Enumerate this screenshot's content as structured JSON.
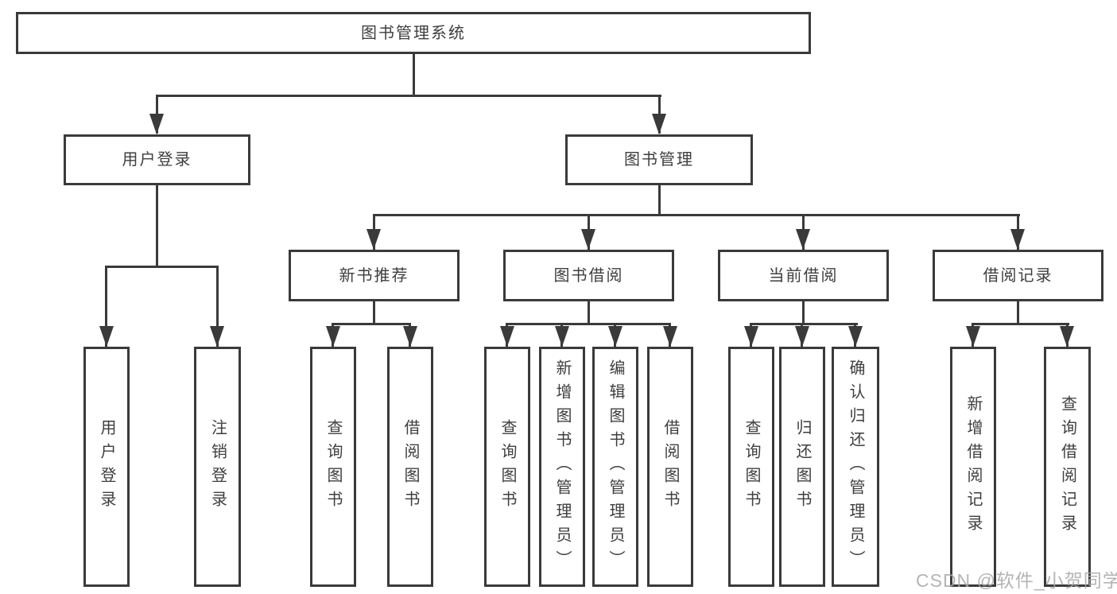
{
  "colors": {
    "line": "#3a3a3a",
    "text": "#3e3e3e",
    "background": "#ffffff",
    "watermark": "#a8a8a8"
  },
  "tree": {
    "root": "图书管理系统",
    "level2": [
      {
        "label": "用户登录",
        "leaves": [
          "用户登录",
          "注销登录"
        ]
      },
      {
        "label": "图书管理",
        "groups": [
          {
            "label": "新书推荐",
            "leaves": [
              "查询图书",
              "借阅图书"
            ]
          },
          {
            "label": "图书借阅",
            "leaves": [
              "查询图书",
              "新增图书（管理员）",
              "编辑图书（管理员）",
              "借阅图书"
            ]
          },
          {
            "label": "当前借阅",
            "leaves": [
              "查询图书",
              "归还图书",
              "确认归还（管理员）"
            ]
          },
          {
            "label": "借阅记录",
            "leaves": [
              "新增借阅记录",
              "查询借阅记录"
            ]
          }
        ]
      }
    ]
  },
  "watermark": "CSDN @软件_小贺同学"
}
